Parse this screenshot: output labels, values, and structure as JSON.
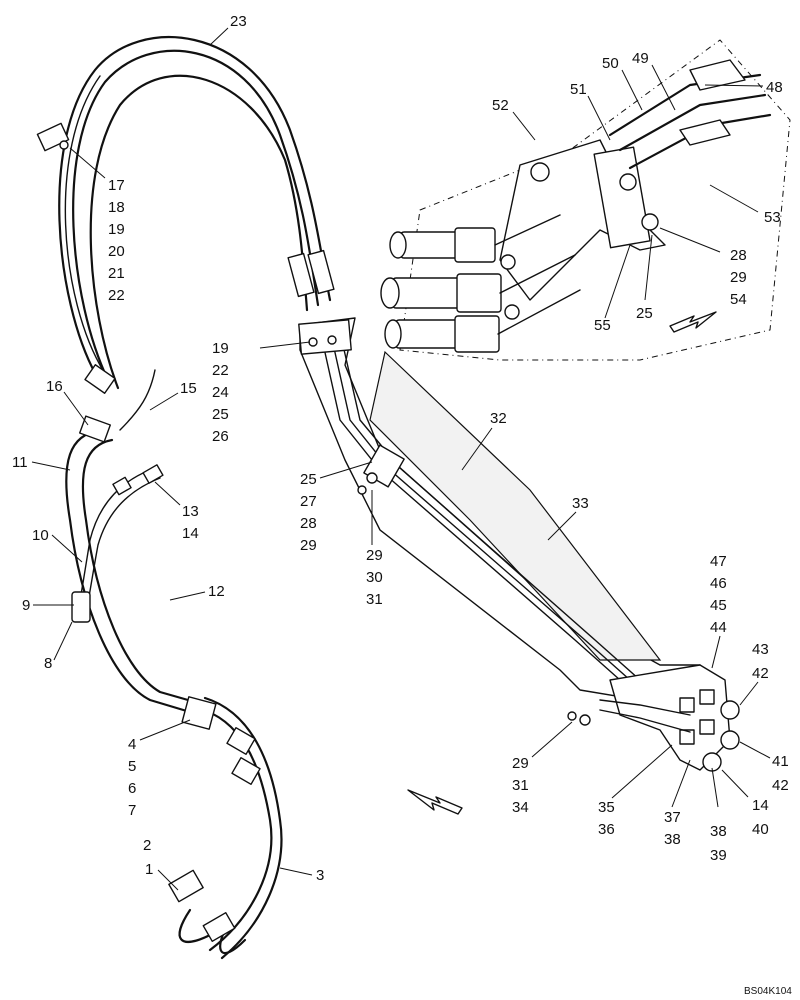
{
  "callouts": [
    {
      "id": "c23",
      "text": "23"
    },
    {
      "id": "c17",
      "text": "17"
    },
    {
      "id": "c18",
      "text": "18"
    },
    {
      "id": "c19a",
      "text": "19"
    },
    {
      "id": "c20",
      "text": "20"
    },
    {
      "id": "c21",
      "text": "21"
    },
    {
      "id": "c22a",
      "text": "22"
    },
    {
      "id": "c19b",
      "text": "19"
    },
    {
      "id": "c22b",
      "text": "22"
    },
    {
      "id": "c24",
      "text": "24"
    },
    {
      "id": "c25a",
      "text": "25"
    },
    {
      "id": "c26",
      "text": "26"
    },
    {
      "id": "c16",
      "text": "16"
    },
    {
      "id": "c15",
      "text": "15"
    },
    {
      "id": "c11",
      "text": "11"
    },
    {
      "id": "c13",
      "text": "13"
    },
    {
      "id": "c14a",
      "text": "14"
    },
    {
      "id": "c10",
      "text": "10"
    },
    {
      "id": "c12",
      "text": "12"
    },
    {
      "id": "c9",
      "text": "9"
    },
    {
      "id": "c8",
      "text": "8"
    },
    {
      "id": "c4",
      "text": "4"
    },
    {
      "id": "c5",
      "text": "5"
    },
    {
      "id": "c6",
      "text": "6"
    },
    {
      "id": "c7",
      "text": "7"
    },
    {
      "id": "c2",
      "text": "2"
    },
    {
      "id": "c1",
      "text": "1"
    },
    {
      "id": "c3",
      "text": "3"
    },
    {
      "id": "c25b",
      "text": "25"
    },
    {
      "id": "c27",
      "text": "27"
    },
    {
      "id": "c28a",
      "text": "28"
    },
    {
      "id": "c29a",
      "text": "29"
    },
    {
      "id": "c29b",
      "text": "29"
    },
    {
      "id": "c30",
      "text": "30"
    },
    {
      "id": "c31a",
      "text": "31"
    },
    {
      "id": "c32",
      "text": "32"
    },
    {
      "id": "c33",
      "text": "33"
    },
    {
      "id": "c29c",
      "text": "29"
    },
    {
      "id": "c31b",
      "text": "31"
    },
    {
      "id": "c34",
      "text": "34"
    },
    {
      "id": "c35",
      "text": "35"
    },
    {
      "id": "c36",
      "text": "36"
    },
    {
      "id": "c37",
      "text": "37"
    },
    {
      "id": "c38a",
      "text": "38"
    },
    {
      "id": "c38b",
      "text": "38"
    },
    {
      "id": "c39",
      "text": "39"
    },
    {
      "id": "c14b",
      "text": "14"
    },
    {
      "id": "c40",
      "text": "40"
    },
    {
      "id": "c41",
      "text": "41"
    },
    {
      "id": "c42a",
      "text": "42"
    },
    {
      "id": "c43",
      "text": "43"
    },
    {
      "id": "c42b",
      "text": "42"
    },
    {
      "id": "c47",
      "text": "47"
    },
    {
      "id": "c46",
      "text": "46"
    },
    {
      "id": "c45",
      "text": "45"
    },
    {
      "id": "c44",
      "text": "44"
    },
    {
      "id": "c52",
      "text": "52"
    },
    {
      "id": "c51",
      "text": "51"
    },
    {
      "id": "c50",
      "text": "50"
    },
    {
      "id": "c49",
      "text": "49"
    },
    {
      "id": "c48",
      "text": "48"
    },
    {
      "id": "c53",
      "text": "53"
    },
    {
      "id": "c28b",
      "text": "28"
    },
    {
      "id": "c29d",
      "text": "29"
    },
    {
      "id": "c54",
      "text": "54"
    },
    {
      "id": "c55",
      "text": "55"
    },
    {
      "id": "c25c",
      "text": "25"
    }
  ],
  "drawing_code": "BS04K104"
}
